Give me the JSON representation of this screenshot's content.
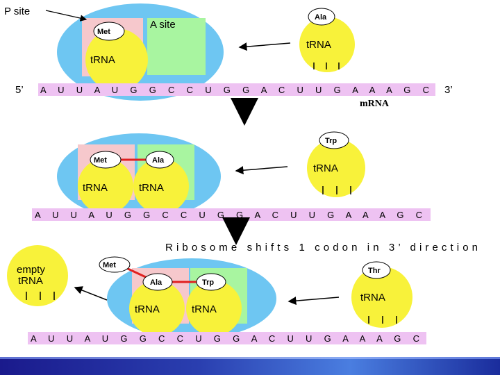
{
  "colors": {
    "ribosome": "#6ec6f2",
    "p_site": "#f6c8cc",
    "a_site": "#a8f5a0",
    "trna": "#f8f23a",
    "mrna_strip": "#eec2f2",
    "peptide_bond": "#e02020"
  },
  "panel1": {
    "p_site_label": "P site",
    "a_site_label": "A site",
    "five_prime": "5’",
    "three_prime": "3’",
    "mrna_label": "mRNA",
    "sequence": "A U U A U G G C C U G G A C U U G A A A G C",
    "p_aa": "Met",
    "p_trna": "tRNA",
    "incoming_aa": "Ala",
    "incoming_trna": "tRNA"
  },
  "panel2": {
    "sequence": "A U U A U G G C C U G G A C U U G A A A G C",
    "p_aa": "Met",
    "a_aa": "Ala",
    "p_trna": "tRNA",
    "a_trna": "tRNA",
    "incoming_aa": "Trp",
    "incoming_trna": "tRNA"
  },
  "panel3": {
    "shift_caption": "Ribosome shifts 1 codon in 3’ direction",
    "sequence": "A U U A U G G C C U G G A C U U G A A A G C",
    "chain_aa1": "Met",
    "p_aa": "Ala",
    "a_aa": "Trp",
    "p_trna": "tRNA",
    "a_trna": "tRNA",
    "empty_trna_line1": "empty",
    "empty_trna_line2": "tRNA",
    "incoming_aa": "Thr",
    "incoming_trna": "tRNA"
  }
}
